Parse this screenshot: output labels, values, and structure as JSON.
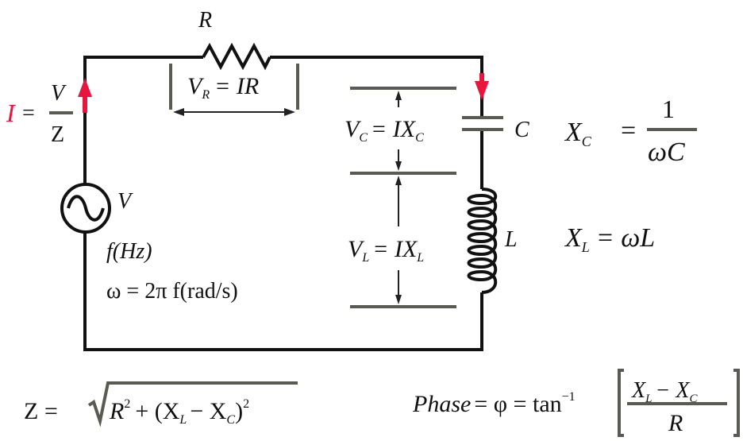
{
  "colors": {
    "wire": "#111111",
    "current": "#e8163c",
    "guide": "#5a5a52"
  },
  "labels": {
    "resistor": "R",
    "capacitor": "C",
    "inductor": "L",
    "source_v": "V",
    "frequency": "f(Hz)",
    "omega": "ω = 2π f(rad/s)"
  },
  "current_eq": {
    "lhs": "I",
    "eq": "=",
    "num": "V",
    "den": "Z"
  },
  "vr_eq": {
    "v": "V",
    "sub": "R",
    "rhs": "= IR"
  },
  "vc_eq": {
    "v": "V",
    "sub": "C",
    "mid": "= IX",
    "sub2": "C"
  },
  "vl_eq": {
    "v": "V",
    "sub": "L",
    "mid": "= IX",
    "sub2": "L"
  },
  "xc_eq": {
    "x": "X",
    "sub": "C",
    "eq": "=",
    "num": "1",
    "den": "ωC"
  },
  "xl_eq": {
    "x": "X",
    "sub": "L",
    "rhs": "= ωL"
  },
  "z_eq": {
    "lhs": "Z =",
    "r": "R",
    "sq": "2",
    "mid": "+ (X",
    "sub1": "L",
    "minus": "− X",
    "sub2": "C",
    "close": ")",
    "sq2": "2"
  },
  "phase_eq": {
    "lhs": "Phase",
    "mid": "= φ = tan",
    "exp": "−1",
    "num_x1": "X",
    "num_s1": "L",
    "num_minus": "− X",
    "num_s2": "C",
    "den": "R"
  }
}
